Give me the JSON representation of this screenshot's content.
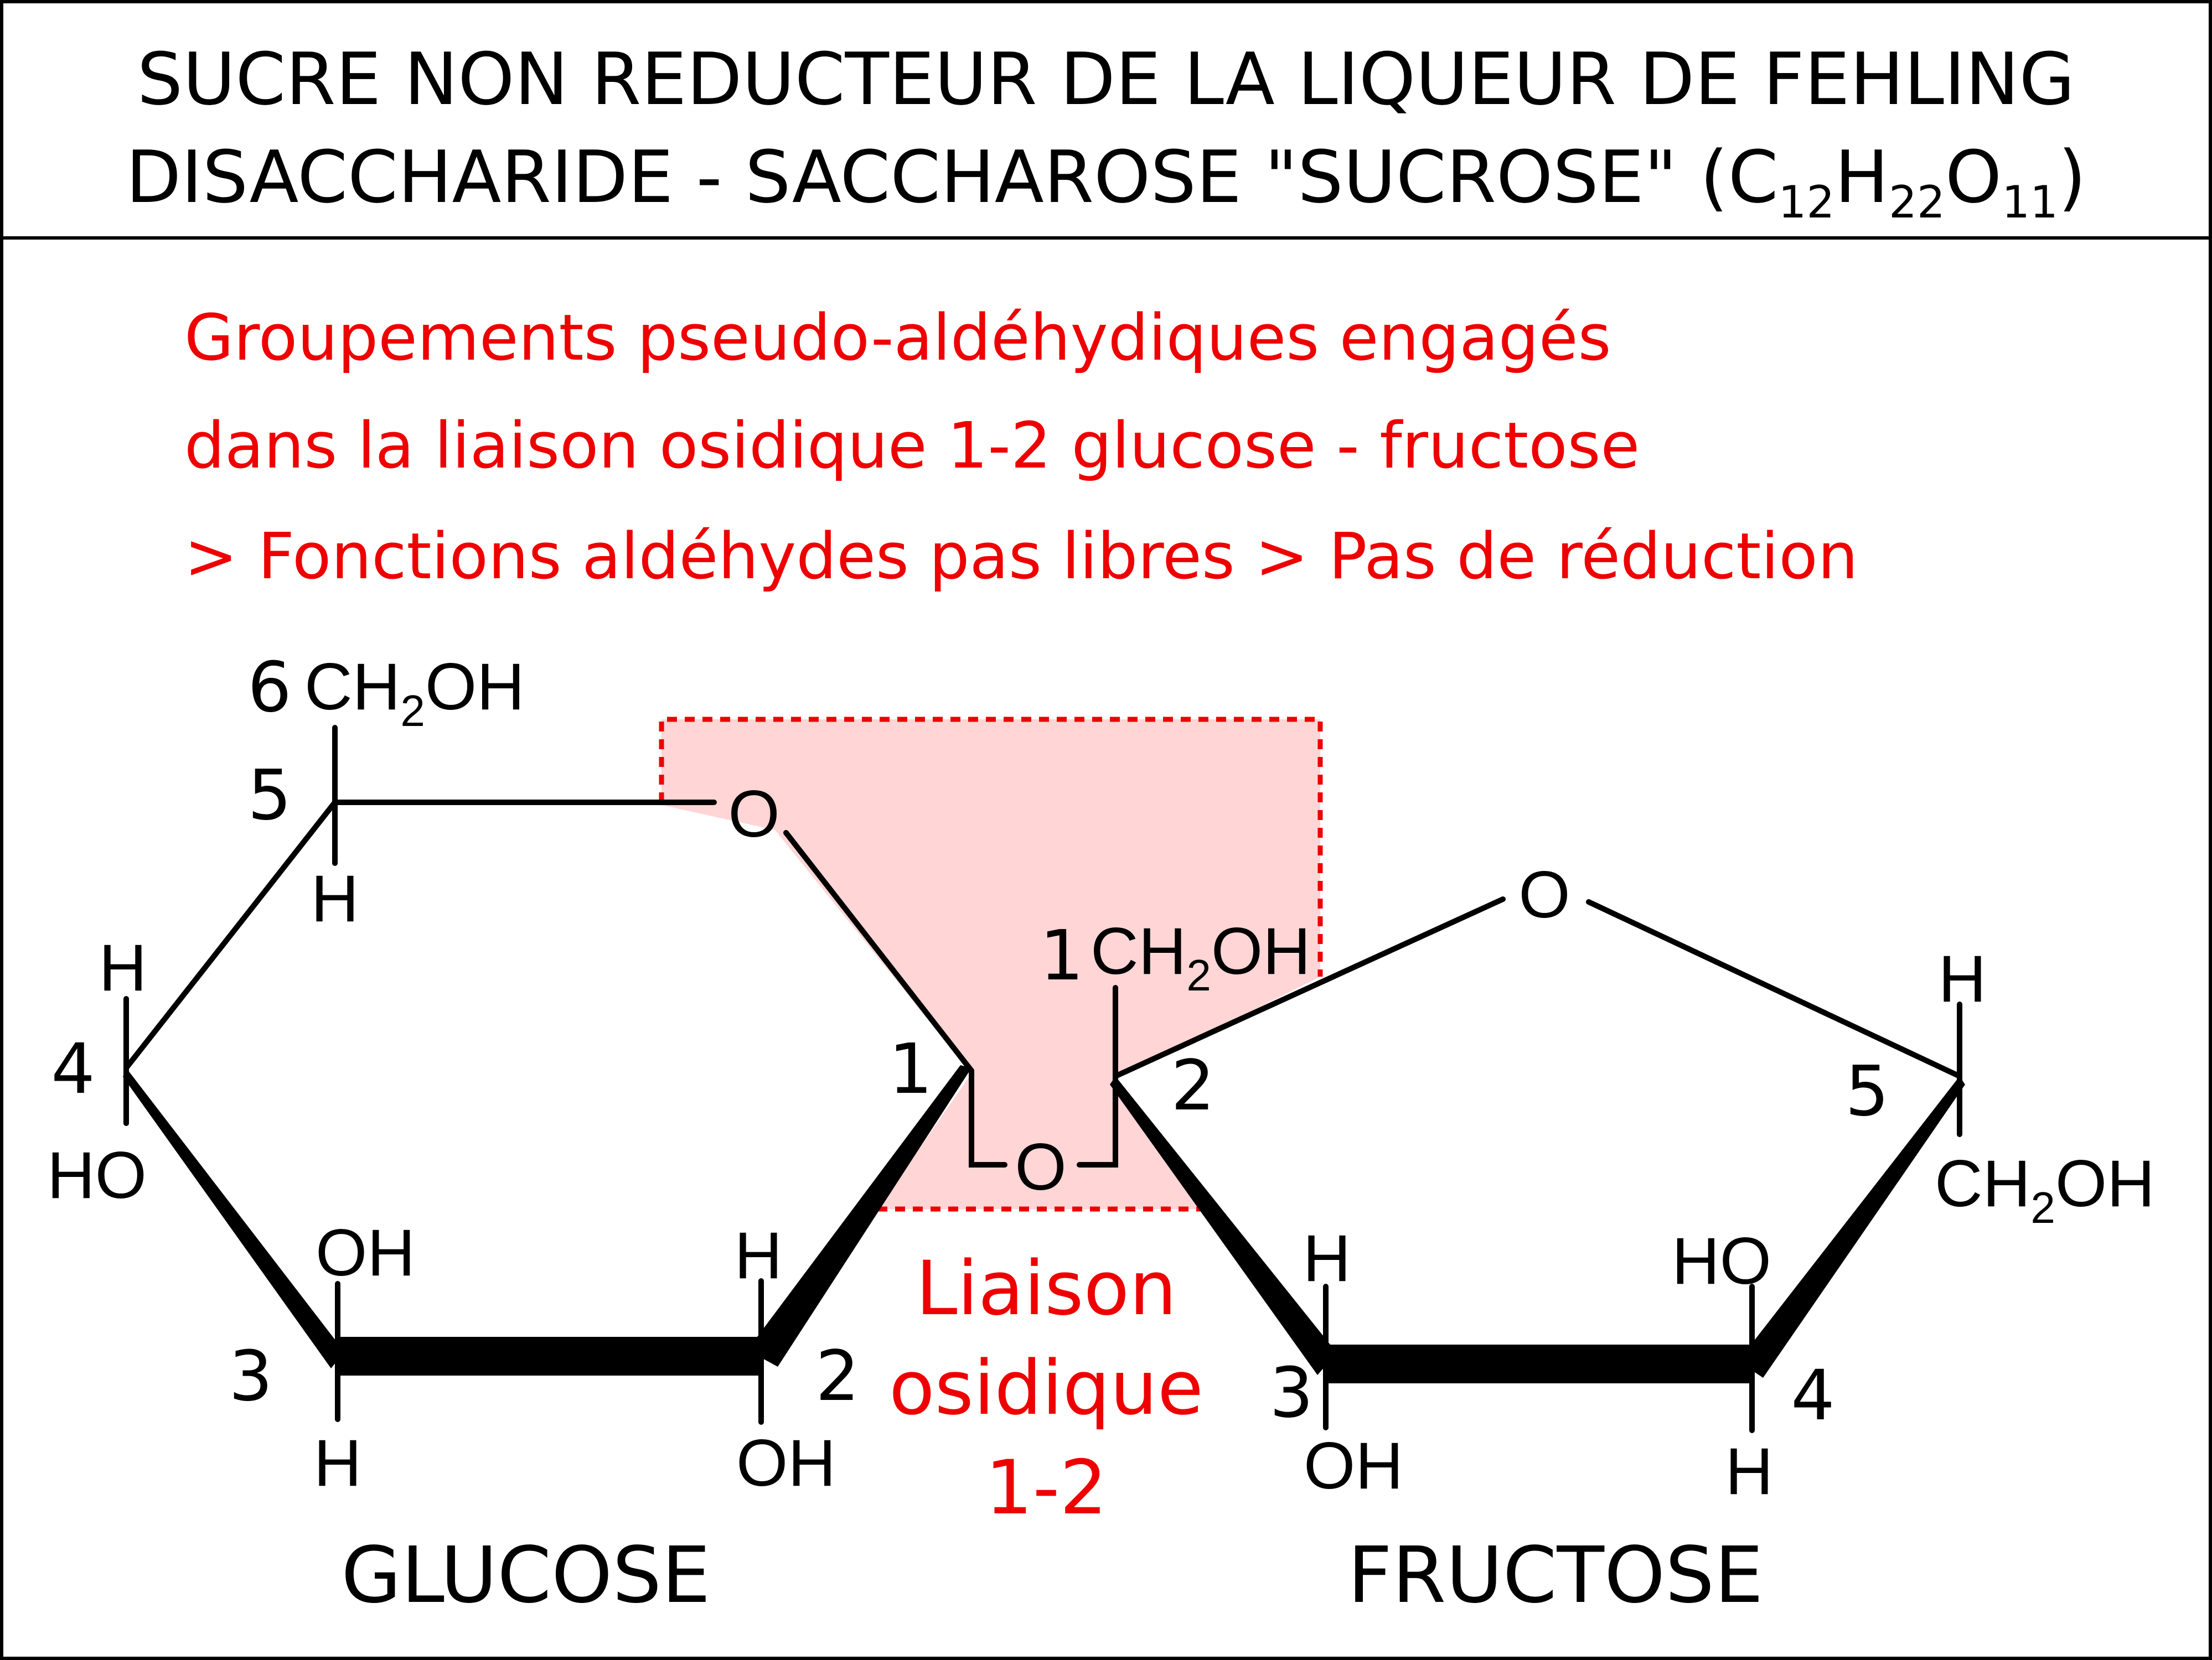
{
  "title": {
    "line1": "SUCRE NON REDUCTEUR DE LA LIQUEUR DE FEHLING",
    "line2_prefix": "DISACCHARIDE - SACCHAROSE \"SUCROSE\" (C",
    "formula_c_sub": "12",
    "formula_h": "H",
    "formula_h_sub": "22",
    "formula_o": "O",
    "formula_o_sub": "11",
    "formula_close": ")"
  },
  "explanation": {
    "line1": "Groupements pseudo-aldéhydiques engagés",
    "line2": "dans la liaison osidique 1-2 glucose - fructose",
    "line3": "> Fonctions aldéhydes pas libres > Pas de réduction"
  },
  "glucose": {
    "name": "GLUCOSE",
    "ring_oxygen": "O",
    "c6_group": "CH",
    "c6_group_sub": "2",
    "c6_group_end": "OH",
    "c5_h": "H",
    "c4_h": "H",
    "c4_oh": "HO",
    "c3_oh": "OH",
    "c3_h": "H",
    "c2_h": "H",
    "c2_oh": "OH",
    "numbers": {
      "n1": "1",
      "n2": "2",
      "n3": "3",
      "n4": "4",
      "n5": "5",
      "n6": "6"
    }
  },
  "fructose": {
    "name": "FRUCTOSE",
    "ring_oxygen": "O",
    "c1_group": "CH",
    "c1_group_sub": "2",
    "c1_group_end": "OH",
    "c5_h": "H",
    "c6_group": "CH",
    "c6_group_sub": "2",
    "c6_group_end": "OH",
    "c3_h": "H",
    "c3_oh": "OH",
    "c4_oh": "HO",
    "c4_h": "H",
    "numbers": {
      "n1": "1",
      "n2": "2",
      "n3": "3",
      "n4": "4",
      "n5": "5"
    }
  },
  "bond": {
    "bridge_oxygen": "O",
    "label_line1": "Liaison",
    "label_line2": "osidique",
    "label_line3": "1-2"
  },
  "colors": {
    "highlight_fill": "#ffd5d5",
    "highlight_stroke": "#ee0000",
    "text_red": "#ee0000",
    "ink": "#000000"
  }
}
